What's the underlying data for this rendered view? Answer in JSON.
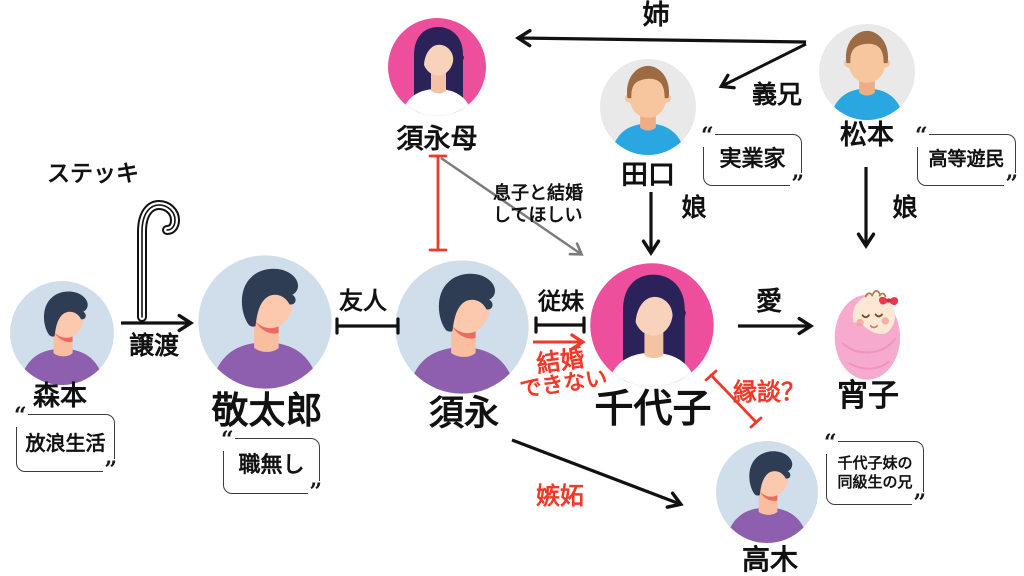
{
  "people": {
    "morimoto": {
      "name": "森本",
      "quote": "放浪生活"
    },
    "keitaro": {
      "name": "敬太郎",
      "quote": "職無し"
    },
    "sunaga": {
      "name": "須永"
    },
    "sunaga_mother": {
      "name": "須永母"
    },
    "taguchi": {
      "name": "田口",
      "quote": "実業家"
    },
    "matsumoto": {
      "name": "松本",
      "quote": "高等遊民"
    },
    "chiyoko": {
      "name": "千代子"
    },
    "yoiko": {
      "name": "宵子"
    },
    "takagi": {
      "name": "高木",
      "quote_line1": "千代子妹の",
      "quote_line2": "同級生の兄"
    }
  },
  "relations": {
    "stick_item": "ステッキ",
    "transfer": "譲渡",
    "friend": "友人",
    "cousin": "従妹",
    "elder_sister": "姉",
    "brother_in_law": "義兄",
    "daughter_taguchi": "娘",
    "daughter_matsumoto": "娘",
    "love": "愛",
    "mother_wish_line1": "息子と結婚",
    "mother_wish_line2": "してほしい",
    "cannot_marry_line1": "結婚",
    "cannot_marry_line2": "できない",
    "marriage_talk": "縁談？",
    "jealousy": "嫉妬"
  },
  "decor": {
    "quote_open": "“",
    "quote_close": "”"
  },
  "colors": {
    "text_black": "#111111",
    "red_accent": "#ee3a2b",
    "gray_arrow": "#7b7b7b",
    "male_circle_bg": "#cfdeea",
    "female_circle_bg": "#ee4f9c",
    "gray_circle_bg": "#e9e9e9",
    "purple_shirt": "#8e5fae",
    "blue_shirt": "#2aa7e0",
    "baby_pink": "#f6abce"
  }
}
